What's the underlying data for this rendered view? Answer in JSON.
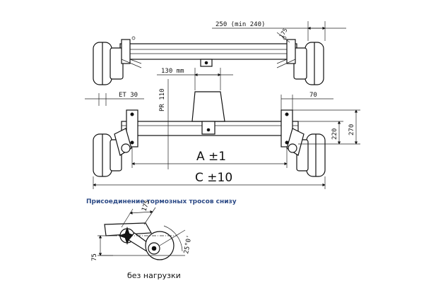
{
  "top_view": {
    "dim_track_offset": "250 (min 240)",
    "dim_175_top": "175"
  },
  "front_view": {
    "dim_center_width": "130 mm",
    "dim_pr": "PR 110",
    "dim_et": "ET 30",
    "dim_bracket": "70",
    "dim_height_220": "220",
    "dim_height_270": "270",
    "dim_a": "A ±1",
    "dim_c": "C ±10"
  },
  "detail": {
    "caption": "Присоединение тормозных тросов снизу",
    "dim_175": "175",
    "dim_75": "75",
    "dim_angle": "25°0'",
    "subcaption": "без нагрузки"
  }
}
